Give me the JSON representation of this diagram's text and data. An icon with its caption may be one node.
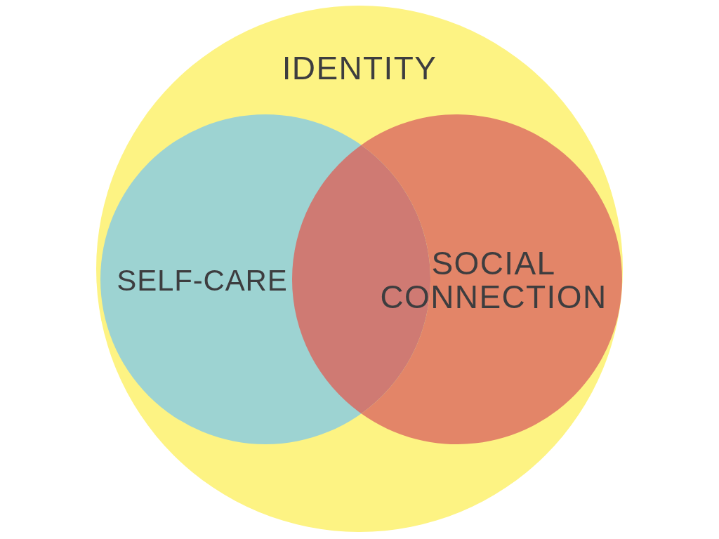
{
  "diagram": {
    "nodes": [
      {
        "text": [
          "IDENTITY"
        ]
      },
      {
        "text": [
          "SELF-CARE"
        ],
        "in": 0
      },
      {
        "text": [
          "SOCIAL CONNECTION"
        ],
        "in": 0
      }
    ]
  }
}
